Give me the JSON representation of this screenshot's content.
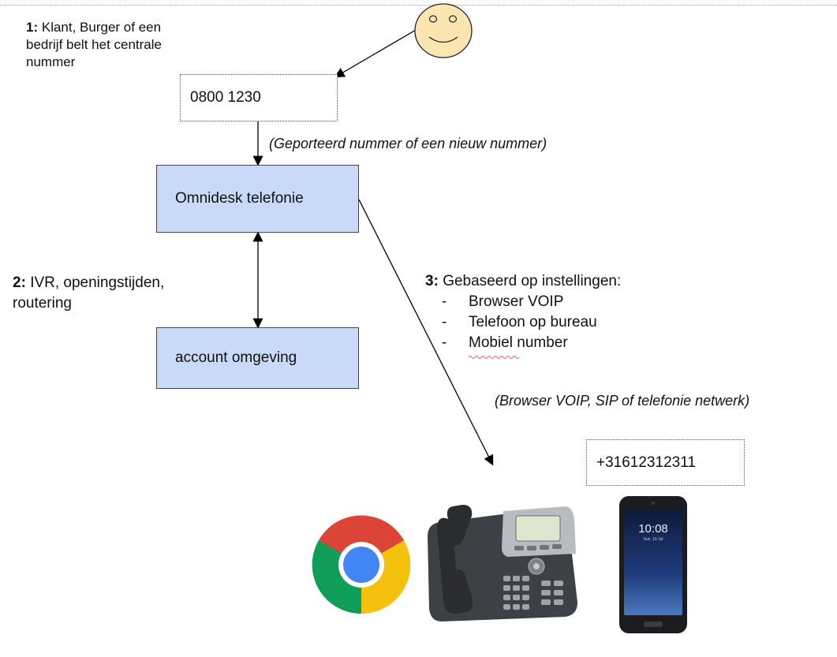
{
  "step1": {
    "num": "1:",
    "text": "Klant, Burger of een bedrijf belt het centrale nummer"
  },
  "central_number": "0800 1230",
  "ported_note": "(Geporteerd nummer of een nieuw nummer)",
  "omnidesk_box": "Omnidesk telefonie",
  "step2": {
    "num": "2:",
    "text": "IVR, openingstijden, routering"
  },
  "account_box": "account omgeving",
  "step3": {
    "num": "3:",
    "text": "Gebaseerd op instellingen:",
    "items": [
      {
        "dash": "-",
        "label": "Browser VOIP"
      },
      {
        "dash": "-",
        "label": "Telefoon op bureau"
      },
      {
        "dash": "-",
        "label": "Mobiel number"
      }
    ]
  },
  "network_note": "(Browser VOIP, SIP of telefonie netwerk)",
  "mobile_number": "+31612312311",
  "phone_screen": {
    "time": "10:08",
    "date": "Sun, 16 Jul"
  },
  "icons": [
    "smiley-icon",
    "chrome-icon",
    "desk-phone-icon",
    "mobile-phone-icon"
  ],
  "colors": {
    "box_fill": "#c9daf8",
    "smiley": "#fce5b0",
    "chrome_red": "#db4437",
    "chrome_yellow": "#f4c20d",
    "chrome_green": "#0f9d58",
    "chrome_blue": "#4285f4"
  }
}
